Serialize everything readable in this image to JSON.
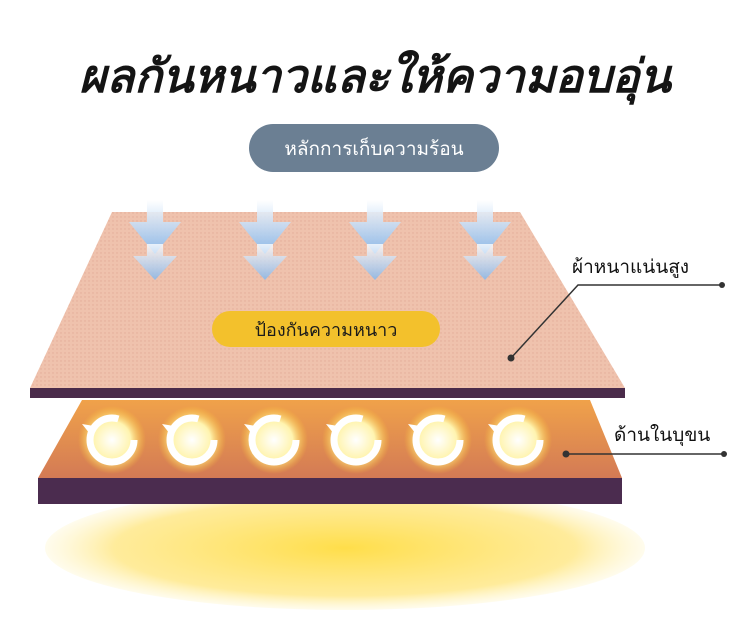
{
  "title": "ผลกันหนาวและให้ความอบอุ่น",
  "badge": "หลักการเก็บความร้อน",
  "layer_label": "ป้องกันความหนาว",
  "callouts": {
    "top": "ผ้าหนาแน่นสูง",
    "bottom": "ด้านในบุขน"
  },
  "colors": {
    "top_layer": "#f1c2ad",
    "bottom_layer": "#d9835a",
    "edge": "#4a2b4a",
    "glow": "#ffd23a",
    "badge": "#6b7f93",
    "label_bg": "#f3c12c",
    "arrow": "#9fc9f2"
  },
  "icons": [
    "cold-air-arrow-icon",
    "heat-swirl-icon"
  ]
}
